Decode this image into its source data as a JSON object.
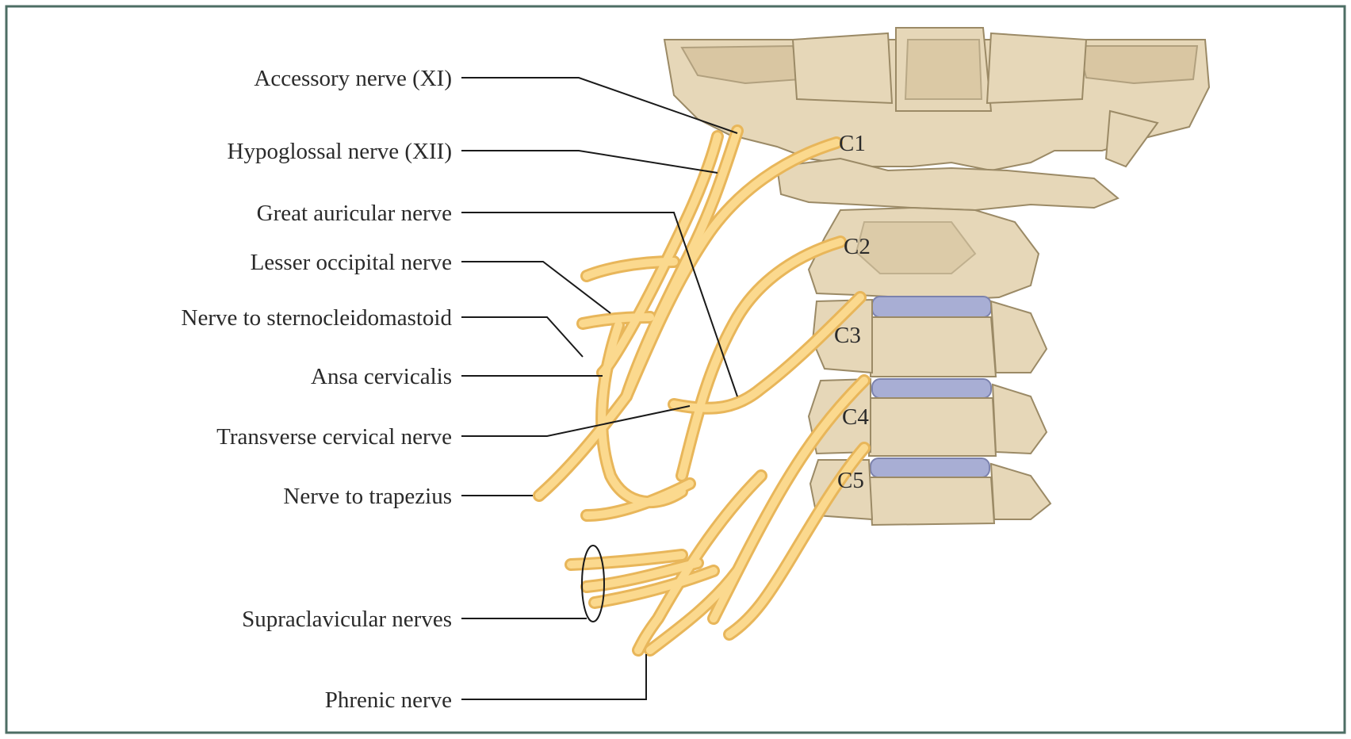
{
  "labels": {
    "accessory": "Accessory nerve (XI)",
    "hypoglossal": "Hypoglossal nerve (XII)",
    "great_auricular": "Great auricular nerve",
    "lesser_occipital": "Lesser occipital nerve",
    "sternocleidomastoid": "Nerve to sternocleidomastoid",
    "ansa": "Ansa cervicalis",
    "transverse": "Transverse cervical nerve",
    "trapezius": "Nerve to trapezius",
    "supraclavicular": "Supraclavicular nerves",
    "phrenic": "Phrenic nerve"
  },
  "levels": {
    "c1": "C1",
    "c2": "C2",
    "c3": "C3",
    "c4": "C4",
    "c5": "C5"
  },
  "colors": {
    "frame": "#4d6e64",
    "nerve": "#f6c76a",
    "bone": "#e6d7b8",
    "disc": "#a8aed4"
  }
}
